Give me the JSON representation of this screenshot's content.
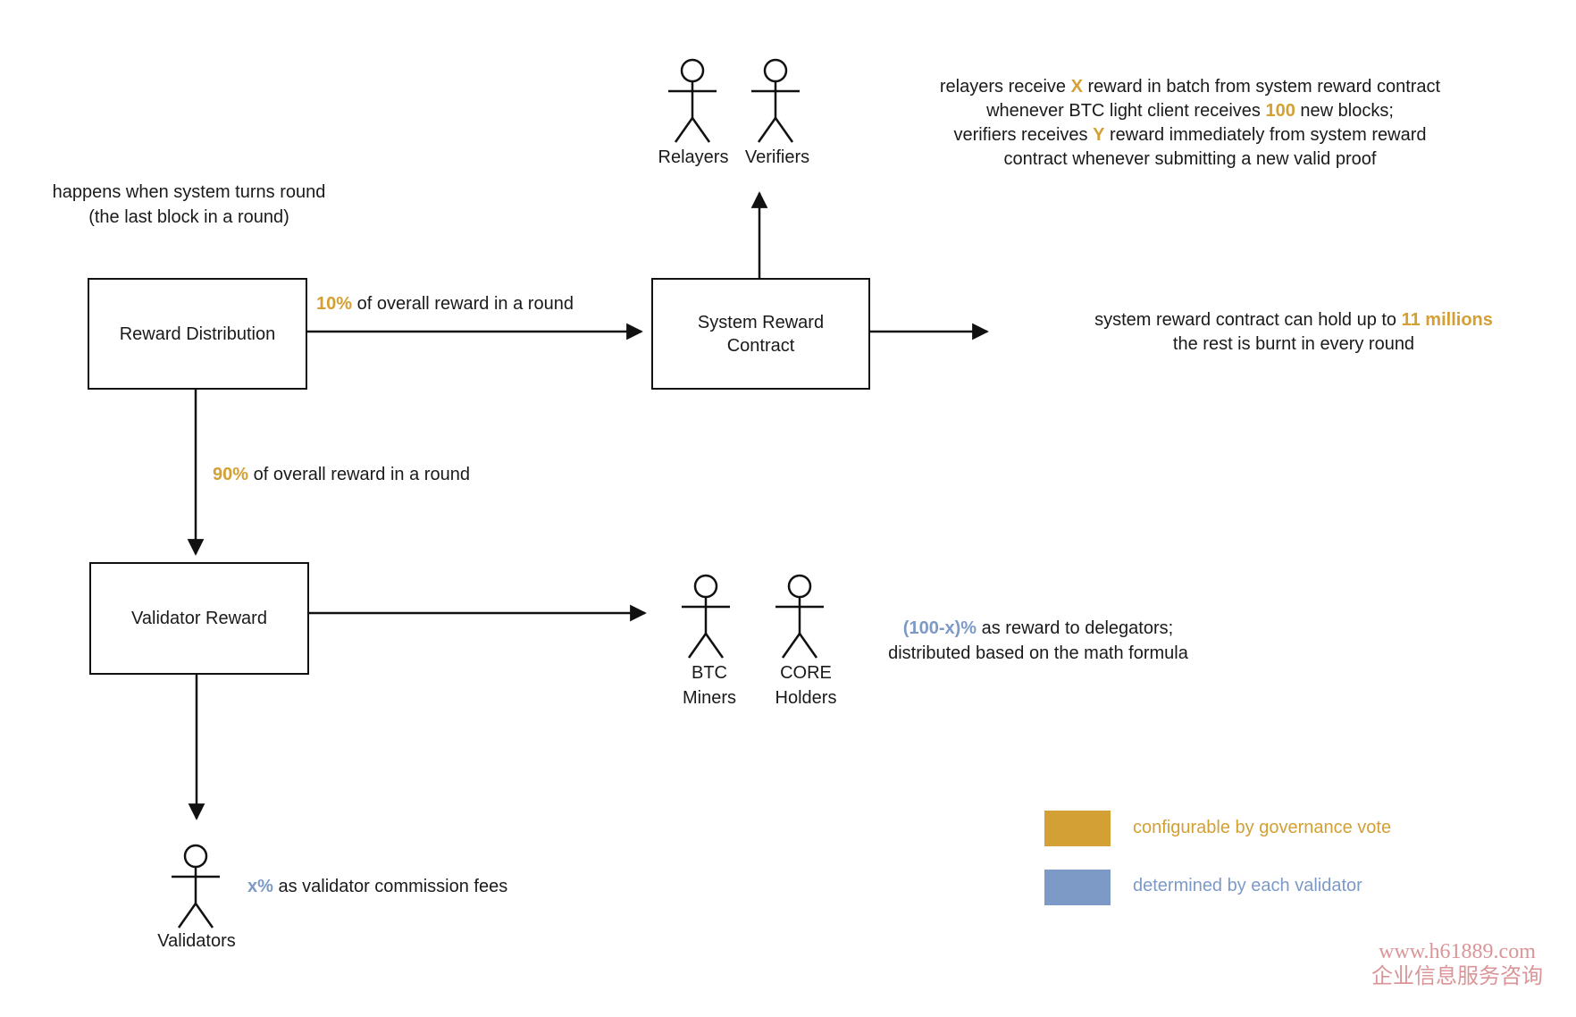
{
  "notes": {
    "turns_round": {
      "line1": "happens when system turns round",
      "line2": "(the last block in a round)"
    },
    "relayers_verifiers": {
      "l1a": "relayers receive ",
      "l1b": "X",
      "l1c": " reward in batch from system reward contract",
      "l2a": "whenever BTC light client receives ",
      "l2b": "100",
      "l2c": " new blocks;",
      "l3a": "verifiers receives ",
      "l3b": "Y",
      "l3c": " reward immediately from system reward",
      "l4a": "contract whenever submitting a new valid proof"
    },
    "src_capacity": {
      "l1a": "system reward contract can hold up to ",
      "l1b": "11 millions",
      "l2a": "the rest is burnt in every round"
    },
    "delegators": {
      "l1b": "(100-x)%",
      "l1a": " as reward to delegators;",
      "l2a": "distributed based on the math formula"
    },
    "commission": {
      "b": "x%",
      "a": " as validator commission fees"
    }
  },
  "edges": {
    "ten_pct": {
      "b": "10%",
      "a": " of overall reward in a round"
    },
    "ninety_pct": {
      "b": "90%",
      "a": " of overall reward in a round"
    }
  },
  "boxes": {
    "reward_distribution": "Reward Distribution",
    "system_reward_contract": "System Reward Contract",
    "validator_reward": "Validator Reward"
  },
  "actors": {
    "relayers": "Relayers",
    "verifiers": "Verifiers",
    "btc_miners": {
      "line1": "BTC",
      "line2": "Miners"
    },
    "core_holders": {
      "line1": "CORE",
      "line2": "Holders"
    },
    "validators": "Validators"
  },
  "legend": {
    "items": [
      {
        "label": "configurable by governance vote",
        "color": "#D3A035"
      },
      {
        "label": "determined by each validator",
        "color": "#7D9AC6"
      }
    ]
  },
  "watermark": {
    "line1": "www.h61889.com",
    "line2": "企业信息服务咨询"
  },
  "colors": {
    "orange": "#D3A035",
    "blue": "#7D9AC6",
    "watermark_pink": "#DA9598",
    "line_black": "#111111"
  }
}
